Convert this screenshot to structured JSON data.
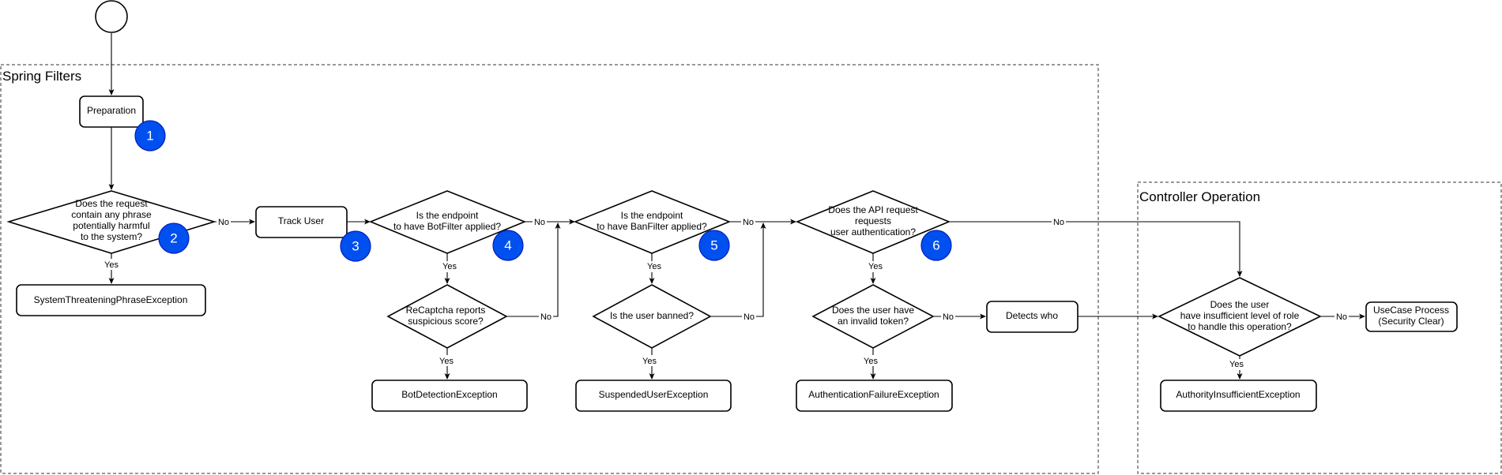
{
  "colors": {
    "badge": "#0050ef",
    "badge_border": "#001dbc",
    "stroke": "#000000"
  },
  "containers": {
    "spring_filters": {
      "label": "Spring Filters"
    },
    "controller_operation": {
      "label": "Controller Operation"
    }
  },
  "nodes": {
    "preparation": {
      "lines": [
        "Preparation"
      ]
    },
    "decision_harmful_phrase": {
      "lines": [
        "Does the request",
        "contain any phrase",
        "potentially harmful",
        "to the system?"
      ]
    },
    "system_threatening_exception": {
      "lines": [
        "SystemThreateningPhraseException"
      ]
    },
    "track_user": {
      "lines": [
        "Track User"
      ]
    },
    "decision_botfilter": {
      "lines": [
        "Is the endpoint",
        "to have BotFilter applied?"
      ]
    },
    "decision_recaptcha": {
      "lines": [
        "ReCaptcha reports",
        "suspicious score?"
      ]
    },
    "bot_detection_exception": {
      "lines": [
        "BotDetectionException"
      ]
    },
    "decision_banfilter": {
      "lines": [
        "Is the endpoint",
        "to have BanFilter applied?"
      ]
    },
    "decision_user_banned": {
      "lines": [
        "Is the user banned?"
      ]
    },
    "suspended_user_exception": {
      "lines": [
        "SuspendedUserException"
      ]
    },
    "decision_auth_required": {
      "lines": [
        "Does the API request",
        "requests",
        "user authentication?"
      ]
    },
    "decision_invalid_token": {
      "lines": [
        "Does the user have",
        "an invalid token?"
      ]
    },
    "authentication_failure_exception": {
      "lines": [
        "AuthenticationFailureException"
      ]
    },
    "detects_who": {
      "lines": [
        "Detects who"
      ]
    },
    "decision_insufficient_role": {
      "lines": [
        "Does the user",
        "have insufficient level of role",
        "to handle this operation?"
      ]
    },
    "authority_insufficient_exception": {
      "lines": [
        "AuthorityInsufficientException"
      ]
    },
    "usecase_process": {
      "lines": [
        "UseCase Process",
        "(Security Clear)"
      ]
    }
  },
  "badges": [
    "1",
    "2",
    "3",
    "4",
    "5",
    "6"
  ],
  "edge_labels": {
    "yes": "Yes",
    "no": "No"
  }
}
